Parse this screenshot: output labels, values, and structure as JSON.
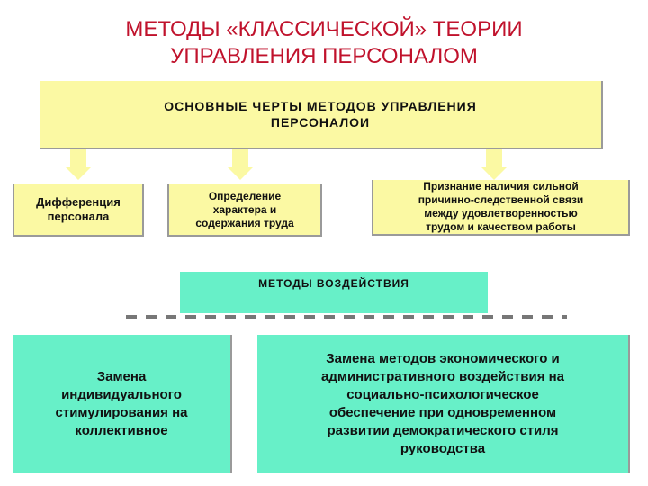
{
  "title": {
    "line1": "МЕТОДЫ «КЛАССИЧЕСКОЙ» ТЕОРИИ",
    "line2": "УПРАВЛЕНИЯ ПЕРСОНАЛОМ"
  },
  "top_box": {
    "line1": "ОСНОВНЫЕ ЧЕРТЫ МЕТОДОВ УПРАВЛЕНИЯ",
    "line2": "ПЕРСОНАЛОИ"
  },
  "features": [
    {
      "lines": [
        "Дифференция",
        "персонала"
      ]
    },
    {
      "lines": [
        "Определение",
        "характера и",
        "содержания труда"
      ]
    },
    {
      "lines": [
        "Признание наличия сильной",
        "причинно-следственной связи",
        "между удовлетворенностью",
        "трудом и качеством работы"
      ]
    }
  ],
  "methods_box": {
    "label": "МЕТОДЫ ВОЗДЕЙСТВИЯ"
  },
  "methods": [
    {
      "lines": [
        "Замена",
        "индивидуального",
        "стимулирования на",
        "коллективное"
      ]
    },
    {
      "lines": [
        "Замена методов экономического и",
        "административного воздействия на",
        "социально-психологическое",
        "обеспечение при одновременном",
        "развитии демократического стиля",
        "руководства"
      ]
    }
  ],
  "colors": {
    "title": "#c0122c",
    "yellow": "#fbf9a3",
    "green": "#67f0c8"
  }
}
